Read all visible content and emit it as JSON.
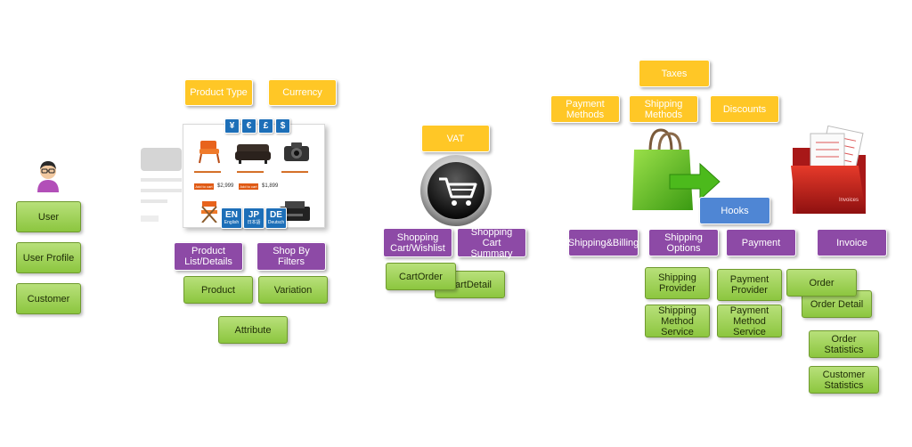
{
  "customer": {
    "items": [
      "User",
      "User Profile",
      "Customer"
    ]
  },
  "product": {
    "tags": [
      "Product Type",
      "Currency"
    ],
    "currency_symbols": [
      "¥",
      "€",
      "£",
      "$"
    ],
    "languages": [
      {
        "code": "EN",
        "name": "English"
      },
      {
        "code": "JP",
        "name": "日本語"
      },
      {
        "code": "DE",
        "name": "Deutsch"
      }
    ],
    "screenshot": {
      "prices": [
        "$2,999",
        "$1,899"
      ],
      "button_label": "Add to cart"
    },
    "list_details": "Product\nList/Details",
    "shop_by_filters": "Shop By Filters",
    "product": "Product",
    "variation": "Variation",
    "attribute": "Attribute"
  },
  "cart": {
    "vat": "VAT",
    "wishlist": "Shopping\nCart/Wishlist",
    "summary": "Shopping Cart\nSummary",
    "cart_order": "CartOrder",
    "cart_detail": "CartDetail"
  },
  "checkout": {
    "taxes": "Taxes",
    "payment_methods": "Payment\nMethods",
    "shipping_methods": "Shipping\nMethods",
    "discounts": "Discounts",
    "hooks": "Hooks",
    "shipping_billing": "Shipping&Billing",
    "shipping_options": "Shipping\nOptions",
    "payment": "Payment",
    "shipping_provider": "Shipping\nProvider",
    "shipping_method_service": "Shipping\nMethod\nService",
    "payment_provider": "Payment\nProvider",
    "payment_method_service": "Payment\nMethod\nService"
  },
  "invoice": {
    "invoice": "Invoice",
    "order": "Order",
    "order_detail": "Order Detail",
    "order_statistics": "Order Statistics",
    "customer_statistics": "Customer\nStatistics",
    "folder_label": "Invoices"
  },
  "colors": {
    "green": "#8cc63f",
    "yellow": "#ffc726",
    "purple": "#8d4aa6",
    "blue": "#4f86d4"
  }
}
